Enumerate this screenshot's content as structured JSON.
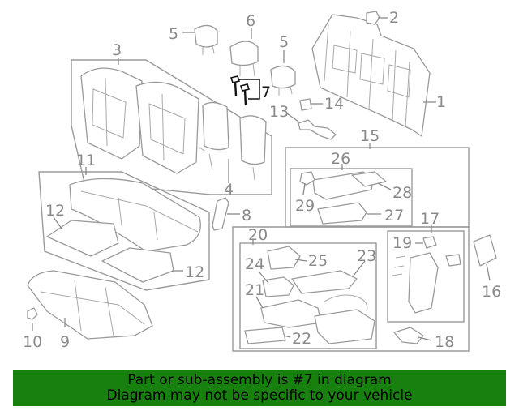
{
  "banner": {
    "line1": "Part or sub-assembly is #7 in diagram",
    "line2": "Diagram may not be specific to your vehicle",
    "background": "#18800f",
    "text_color": "#000000"
  },
  "diagram": {
    "highlighted_callout": "7",
    "callouts": [
      "1",
      "2",
      "3",
      "4",
      "5",
      "5",
      "6",
      "7",
      "8",
      "9",
      "10",
      "11",
      "12",
      "12",
      "13",
      "14",
      "15",
      "16",
      "17",
      "18",
      "19",
      "20",
      "21",
      "22",
      "23",
      "24",
      "25",
      "26",
      "27",
      "28",
      "29"
    ],
    "colors": {
      "line": "#9a9a9a",
      "label": "#8a8a8a",
      "highlight": "#111111"
    }
  }
}
